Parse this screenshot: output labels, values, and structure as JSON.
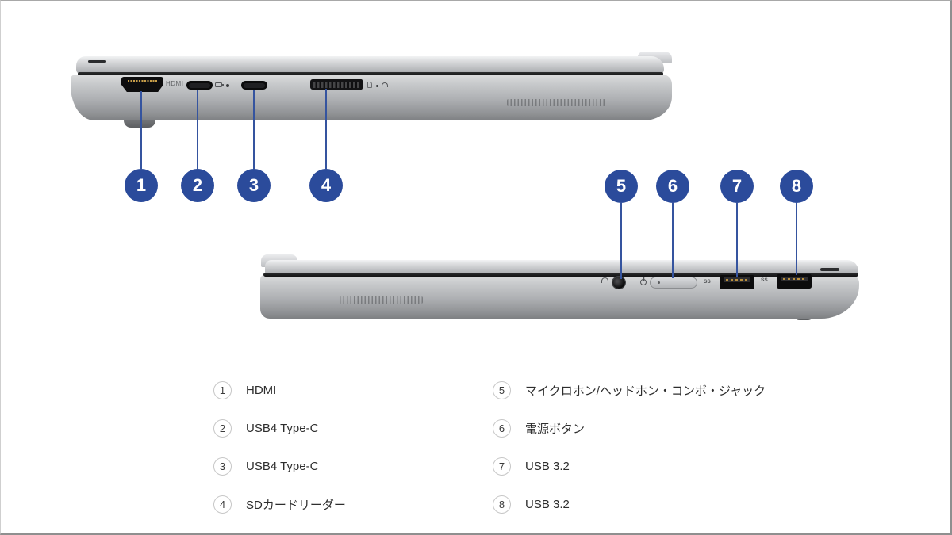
{
  "page": {
    "background": "#ffffff",
    "border_color": "#8f8f8f"
  },
  "diagram": {
    "callout_color": "#2b4b9b",
    "leader_line_color": "#35549f",
    "callouts": [
      {
        "number": "1"
      },
      {
        "number": "2"
      },
      {
        "number": "3"
      },
      {
        "number": "4"
      },
      {
        "number": "5"
      },
      {
        "number": "6"
      },
      {
        "number": "7"
      },
      {
        "number": "8"
      }
    ],
    "port_markings": {
      "hdmi": "HDMI",
      "usb_superspeed": "SS"
    }
  },
  "legend": {
    "columns": [
      {
        "items": [
          {
            "number": "1",
            "label": "HDMI"
          },
          {
            "number": "2",
            "label": "USB4 Type-C"
          },
          {
            "number": "3",
            "label": "USB4 Type-C"
          },
          {
            "number": "4",
            "label": "SDカードリーダー"
          }
        ]
      },
      {
        "items": [
          {
            "number": "5",
            "label": "マイクロホン/ヘッドホン・コンボ・ジャック"
          },
          {
            "number": "6",
            "label": "電源ボタン"
          },
          {
            "number": "7",
            "label": "USB 3.2"
          },
          {
            "number": "8",
            "label": "USB 3.2"
          }
        ]
      }
    ]
  }
}
